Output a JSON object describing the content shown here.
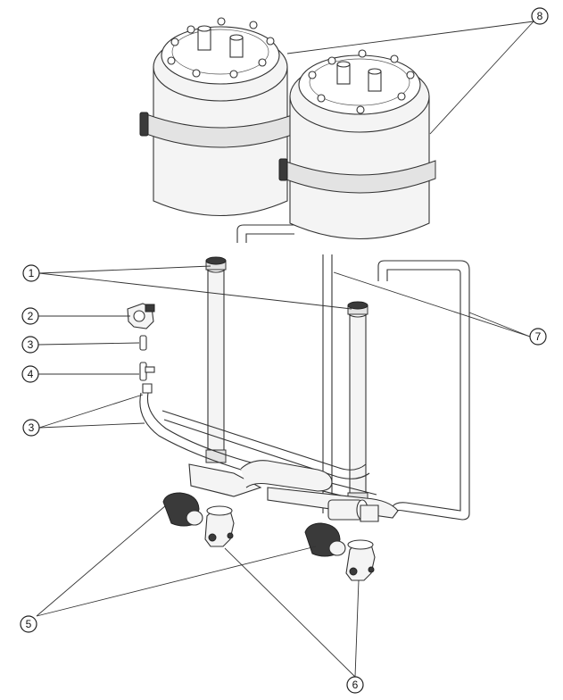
{
  "callouts": [
    {
      "id": "1",
      "label": "1"
    },
    {
      "id": "2",
      "label": "2"
    },
    {
      "id": "3a",
      "label": "3"
    },
    {
      "id": "4",
      "label": "4"
    },
    {
      "id": "3b",
      "label": "3"
    },
    {
      "id": "5",
      "label": "5"
    },
    {
      "id": "6",
      "label": "6"
    },
    {
      "id": "7",
      "label": "7"
    },
    {
      "id": "8",
      "label": "8"
    }
  ]
}
